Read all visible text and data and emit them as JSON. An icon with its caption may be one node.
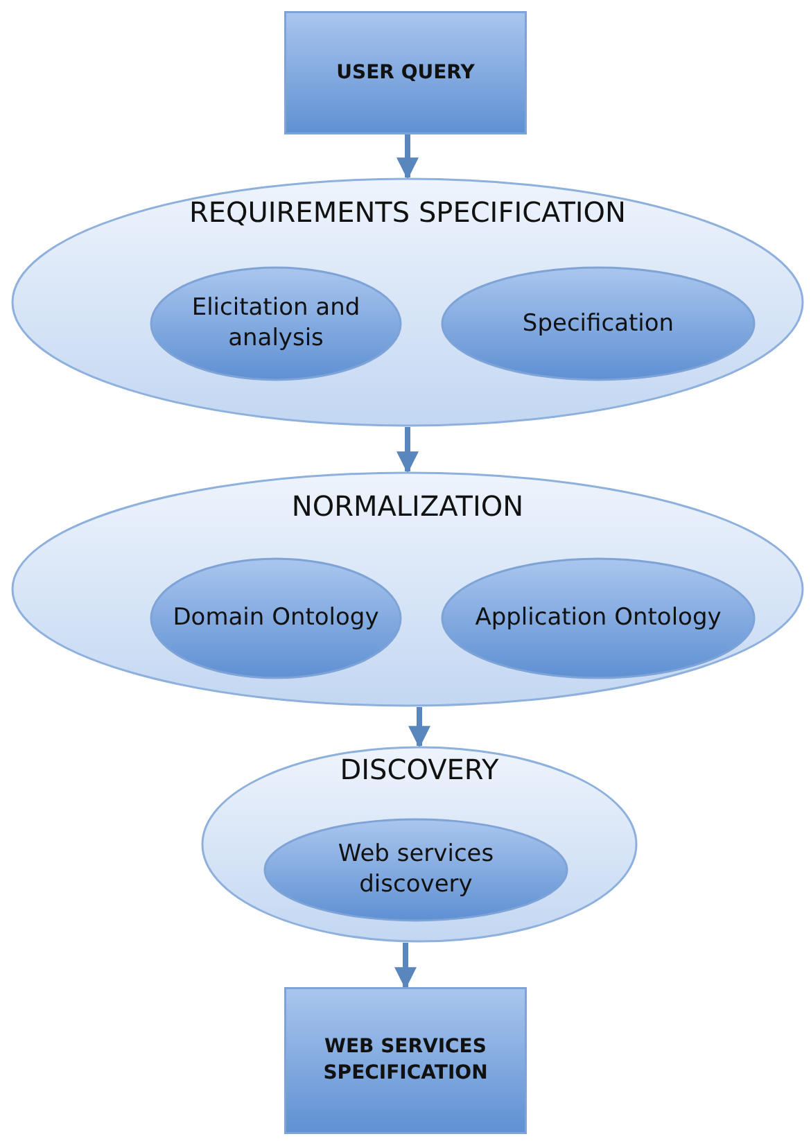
{
  "diagram": {
    "nodes": [
      {
        "text": [
          "USER QUERY"
        ]
      },
      {
        "text": [
          "REQUIREMENTS SPECIFICATION"
        ]
      },
      {
        "text": [
          "Elicitation and analysis"
        ],
        "in": 1
      },
      {
        "text": [
          "Specification"
        ],
        "in": 1
      },
      {
        "text": [
          "NORMALIZATION"
        ]
      },
      {
        "text": [
          "Domain Ontology"
        ],
        "in": 4
      },
      {
        "text": [
          "Application Ontology"
        ],
        "in": 4
      },
      {
        "text": [
          "DISCOVERY"
        ]
      },
      {
        "text": [
          "Web services discovery"
        ],
        "in": 7
      },
      {
        "text": [
          "WEB SERVICES SPECIFICATION"
        ]
      }
    ],
    "edges": [
      {
        "from": 0,
        "to": 1,
        "arrow": "to"
      },
      {
        "from": 1,
        "to": 4,
        "arrow": "to"
      },
      {
        "from": 4,
        "to": 7,
        "arrow": "to"
      },
      {
        "from": 7,
        "to": 9,
        "arrow": "to"
      }
    ]
  }
}
